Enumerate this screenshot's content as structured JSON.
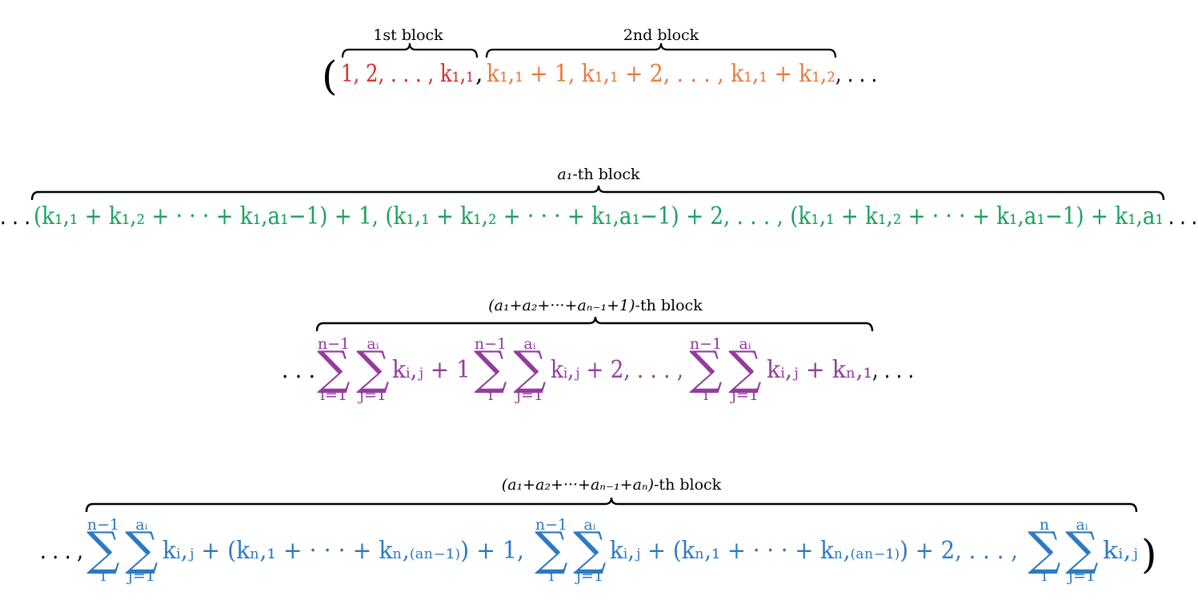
{
  "colors": {
    "red": "#e02a2a",
    "orange": "#ea7a3c",
    "green": "#1aa15f",
    "purple": "#943c9e",
    "blue": "#2b7ac4",
    "black": "#000000"
  },
  "rows": {
    "row1": {
      "brace1_label": "1st block",
      "brace2_label": "2nd block",
      "open_paren": "(",
      "block1": "1, 2, . . . , k₁,₁",
      "sep1": ",",
      "block2": "k₁,₁ + 1, k₁,₁ + 2, . . . , k₁,₁ + k₁,₂",
      "tail": ", . . ."
    },
    "row2": {
      "brace_label_var": "a₁",
      "brace_label_text": "-th block",
      "lead": ". . .",
      "block": "(k₁,₁ + k₁,₂ + · · · + k₁,a₁−1) + 1, (k₁,₁ + k₁,₂ + · · · + k₁,a₁−1) + 2, . . . , (k₁,₁ + k₁,₂ + · · · + k₁,a₁−1) + k₁,a₁",
      "tail": ". . ."
    },
    "row3": {
      "brace_label_math": "(a₁+a₂+···+aₙ₋₁+1)",
      "brace_label_text": "-th block",
      "lead": ". . .",
      "sum_a_upper": "n−1",
      "sum_a_lower": "i=1",
      "sum_b_upper": "aᵢ",
      "sum_b_lower": "j=1",
      "term1": "kᵢ,ⱼ + 1",
      "sum_c_upper": "n−1",
      "sum_c_lower": "i",
      "sum_d_upper": "aᵢ",
      "sum_d_lower": "j=1",
      "term2": "kᵢ,ⱼ + 2, . . . ,",
      "sum_e_upper": "n−1",
      "sum_e_lower": "i",
      "sum_f_upper": "aᵢ",
      "sum_f_lower": "j=1",
      "term3": "kᵢ,ⱼ + kₙ,₁",
      "tail": ", . . ."
    },
    "row4": {
      "brace_label_math": "(a₁+a₂+···+aₙ₋₁+aₙ)",
      "brace_label_text": "-th block",
      "lead": ". . . ,",
      "sum_a_upper": "n−1",
      "sum_a_lower": "i",
      "sum_b_upper": "aᵢ",
      "sum_b_lower": "j=1",
      "term1": "kᵢ,ⱼ + (kₙ,₁ + · · · + kₙ,₍ₐₙ₋₁₎) + 1,",
      "sum_c_upper": "n−1",
      "sum_c_lower": "i",
      "sum_d_upper": "aᵢ",
      "sum_d_lower": "j=1",
      "term2": "kᵢ,ⱼ + (kₙ,₁ + · · · + kₙ,₍ₐₙ₋₁₎) + 2, . . . ,",
      "sum_e_upper": "n",
      "sum_e_lower": "i",
      "sum_f_upper": "aᵢ",
      "sum_f_lower": "j=1",
      "term3": "kᵢ,ⱼ",
      "close_paren": ")"
    }
  }
}
